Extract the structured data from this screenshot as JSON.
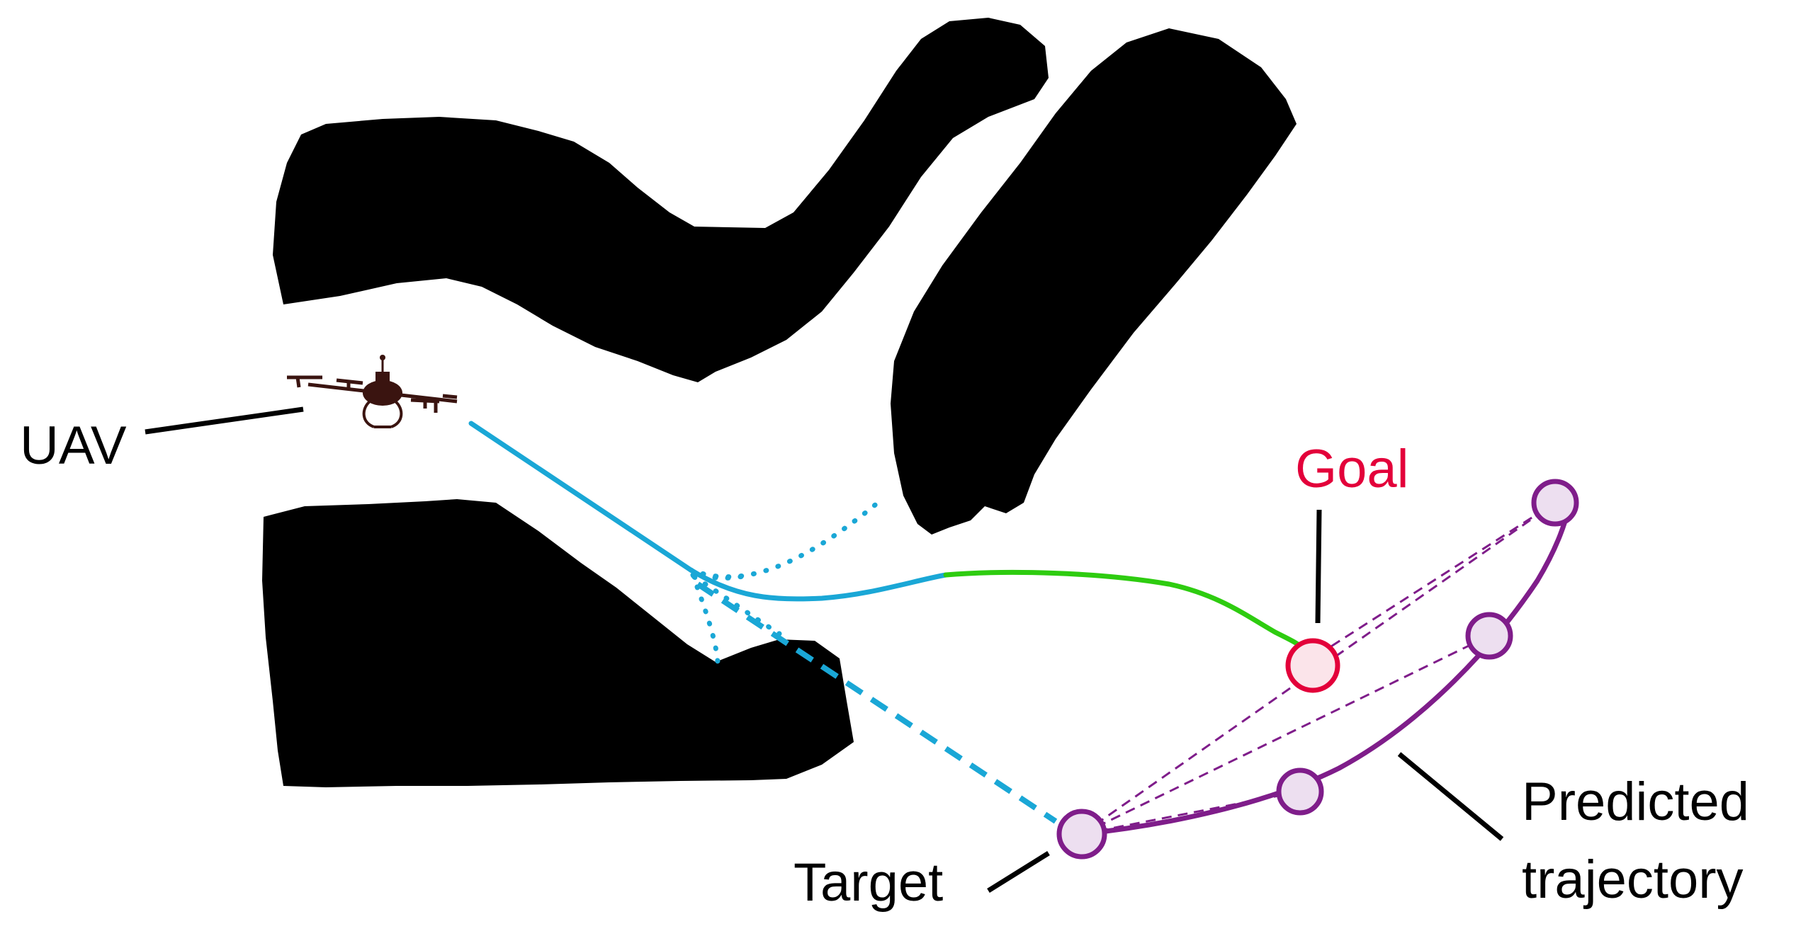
{
  "labels": {
    "uav": "UAV",
    "goal": "Goal",
    "target": "Target",
    "predicted_line1": "Predicted",
    "predicted_line2": "trajectory"
  },
  "colors": {
    "obstacle": "#000000",
    "uav_path": "#1aa7d6",
    "goal_path": "#2ecc10",
    "goal": "#e3003a",
    "goal_fill": "#fbe4ea",
    "prediction": "#7f1d8a",
    "prediction_fill": "#eddff0",
    "label_text": "#000000",
    "leader_line": "#000000"
  },
  "icons": {
    "uav": "quadrotor-drone-icon"
  }
}
